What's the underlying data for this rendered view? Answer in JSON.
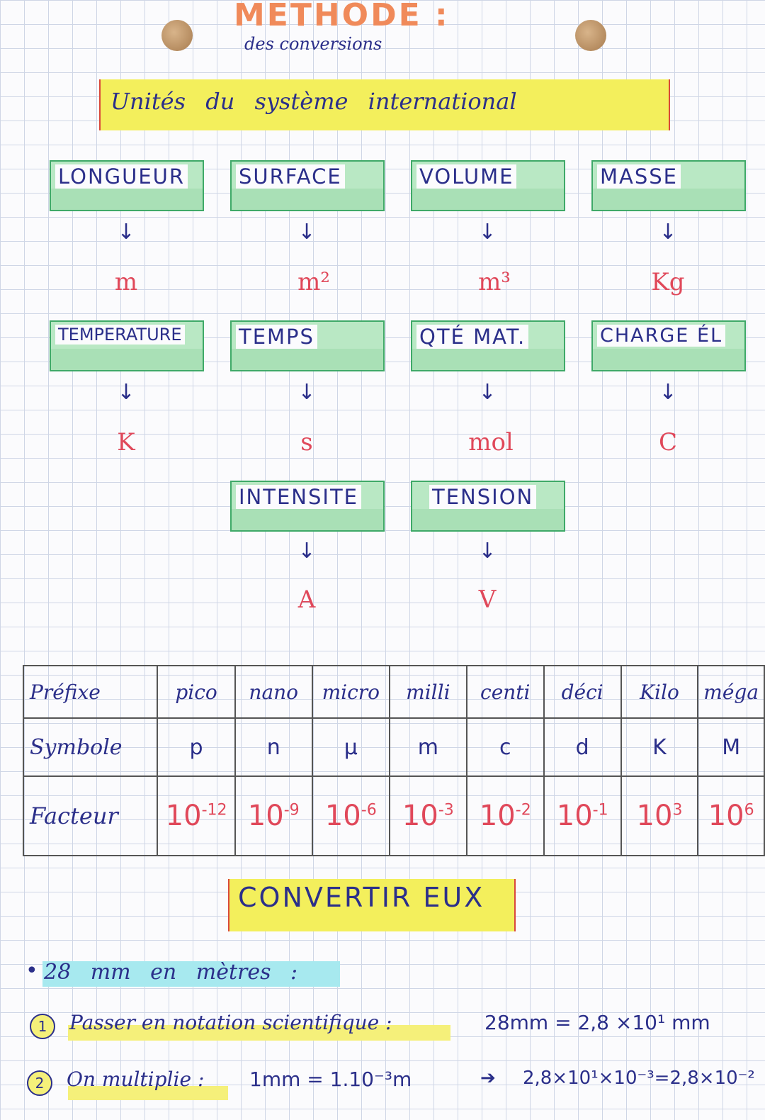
{
  "title": "METHODE :",
  "subtitle": "des conversions",
  "si_title": "Unités du système international",
  "quantities": [
    {
      "label": "LONGUEUR",
      "unit": "m"
    },
    {
      "label": "SURFACE",
      "unit": "m²"
    },
    {
      "label": "VOLUME",
      "unit": "m³"
    },
    {
      "label": "MASSE",
      "unit": "Kg"
    },
    {
      "label": "TEMPERATURE",
      "unit": "K"
    },
    {
      "label": "TEMPS",
      "unit": "s"
    },
    {
      "label": "QTÉ MAT.",
      "unit": "mol"
    },
    {
      "label": "CHARGE ÉL",
      "unit": "C"
    },
    {
      "label": "INTENSITE",
      "unit": "A"
    },
    {
      "label": "TENSION",
      "unit": "V"
    }
  ],
  "arrow": "↓",
  "prefix_table": {
    "row_labels": [
      "Préfixe",
      "Symbole",
      "Facteur"
    ],
    "prefixes": [
      "pico",
      "nano",
      "micro",
      "milli",
      "centi",
      "déci",
      "Kilo",
      "méga"
    ],
    "symbols": [
      "p",
      "n",
      "µ",
      "m",
      "c",
      "d",
      "K",
      "M"
    ],
    "factor_base": "10",
    "exponents": [
      "-12",
      "-9",
      "-6",
      "-3",
      "-2",
      "-1",
      "3",
      "6"
    ]
  },
  "convert_title": "CONVERTIR EUX",
  "example": {
    "bullet": "•",
    "statement": "28 mm en mètres :",
    "step1_num": "1",
    "step1_text": "Passer en notation scientifique :",
    "step1_result": "28mm = 2,8 ×10¹ mm",
    "step2_num": "2",
    "step2_text": "On multiplie :",
    "step2_eq": "1mm = 1.10⁻³m",
    "step2_arrow": "➔",
    "step2_result": "2,8×10¹×10⁻³=2,8×10⁻²"
  }
}
